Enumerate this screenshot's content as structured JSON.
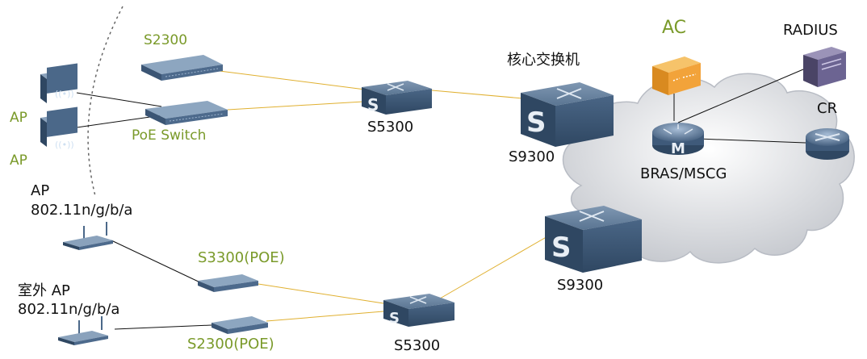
{
  "colors": {
    "green_label": "#7a9a2a",
    "black_label": "#111111",
    "link_yellow": "#e0b030",
    "link_black": "#111111",
    "switch_blue": "#3e5a78",
    "cloud_gray": "#d5d7dc",
    "ac_orange": "#f2a33a"
  },
  "labels": {
    "s2300_top": "S2300",
    "poe_switch": "PoE Switch",
    "ap_1": "AP",
    "ap_2": "AP",
    "ap_wifi_title": "AP",
    "ap_wifi_std": "802.11n/g/b/a",
    "outdoor_ap_title": "室外 AP",
    "outdoor_ap_std": "802.11n/g/b/a",
    "s3300_poe": "S3300(POE)",
    "s2300_poe": "S2300(POE)",
    "s5300_top": "S5300",
    "s5300_bottom": "S5300",
    "core_switch": "核心交换机",
    "s9300_top": "S9300",
    "s9300_bottom": "S9300",
    "ac": "AC",
    "radius": "RADIUS",
    "cr": "CR",
    "bras_mscg": "BRAS/MSCG"
  },
  "icons": {
    "core_switch_letter": "S",
    "bras_letter": "M",
    "s5300_letter": "S"
  }
}
